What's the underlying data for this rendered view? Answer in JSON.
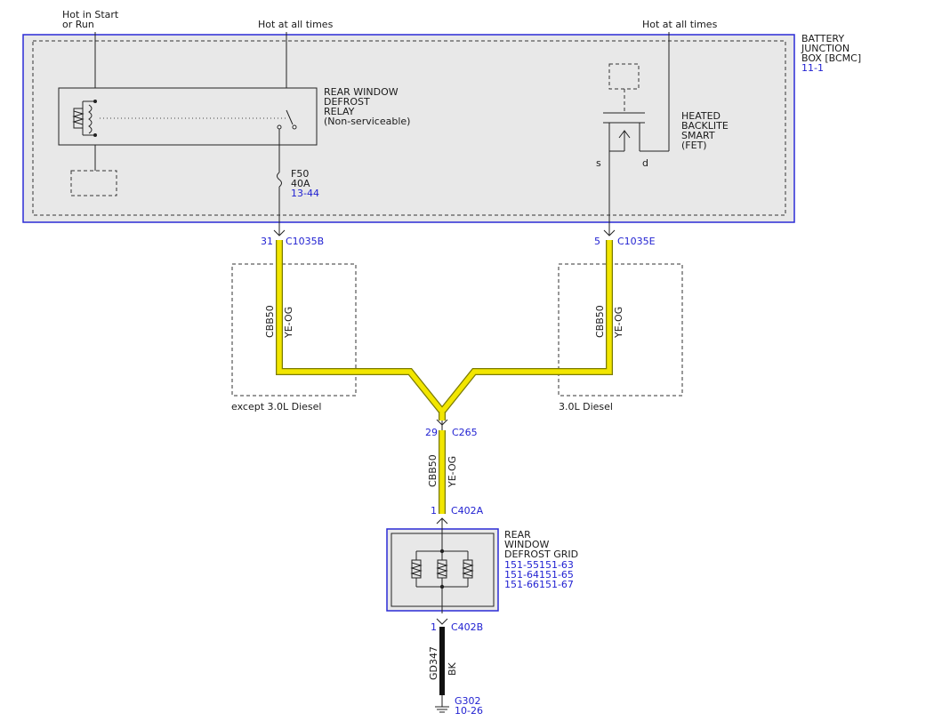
{
  "feeds": {
    "start_run": [
      "Hot in Start",
      "or Run"
    ],
    "all_times_left": "Hot at all times",
    "all_times_right": "Hot at all times"
  },
  "bjb": {
    "label_lines": [
      "BATTERY",
      "JUNCTION",
      "BOX [BCMC]"
    ],
    "ref": "11-1"
  },
  "relay": {
    "label_lines": [
      "REAR WINDOW",
      "DEFROST",
      "RELAY",
      "(Non-serviceable)"
    ]
  },
  "fet": {
    "label_lines": [
      "HEATED",
      "BACKLITE",
      "SMART",
      "(FET)"
    ],
    "source": "s",
    "drain": "d"
  },
  "fuse": {
    "name": "F50",
    "rating": "40A",
    "ref": "13-44"
  },
  "connectors": {
    "left": {
      "pin": "31",
      "name": "C1035B"
    },
    "right": {
      "pin": "5",
      "name": "C1035E"
    },
    "splice": {
      "pin": "29",
      "name": "C265"
    },
    "grid_in": {
      "pin": "1",
      "name": "C402A"
    },
    "grid_out": {
      "pin": "1",
      "name": "C402B"
    }
  },
  "wires": {
    "left": {
      "circuit": "CBB50",
      "color": "YE-OG"
    },
    "right": {
      "circuit": "CBB50",
      "color": "YE-OG"
    },
    "trunk": {
      "circuit": "CBB50",
      "color": "YE-OG"
    },
    "ground": {
      "circuit": "GD347",
      "color": "BK"
    }
  },
  "options": {
    "left": "except 3.0L Diesel",
    "right": "3.0L Diesel"
  },
  "grid": {
    "label_lines": [
      "REAR",
      "WINDOW",
      "DEFROST GRID"
    ],
    "refs": [
      "151-55151-63",
      "151-64151-65",
      "151-66151-67"
    ]
  },
  "ground": {
    "name": "G302",
    "ref": "10-26"
  },
  "colors": {
    "wire_yellow": "#f2e600",
    "wire_outline": "#7a7a00",
    "module_border": "#2b2bd6",
    "module_fill": "#e8e8e8",
    "ref_text": "#1f1fd1",
    "ground_wire": "#111111"
  }
}
